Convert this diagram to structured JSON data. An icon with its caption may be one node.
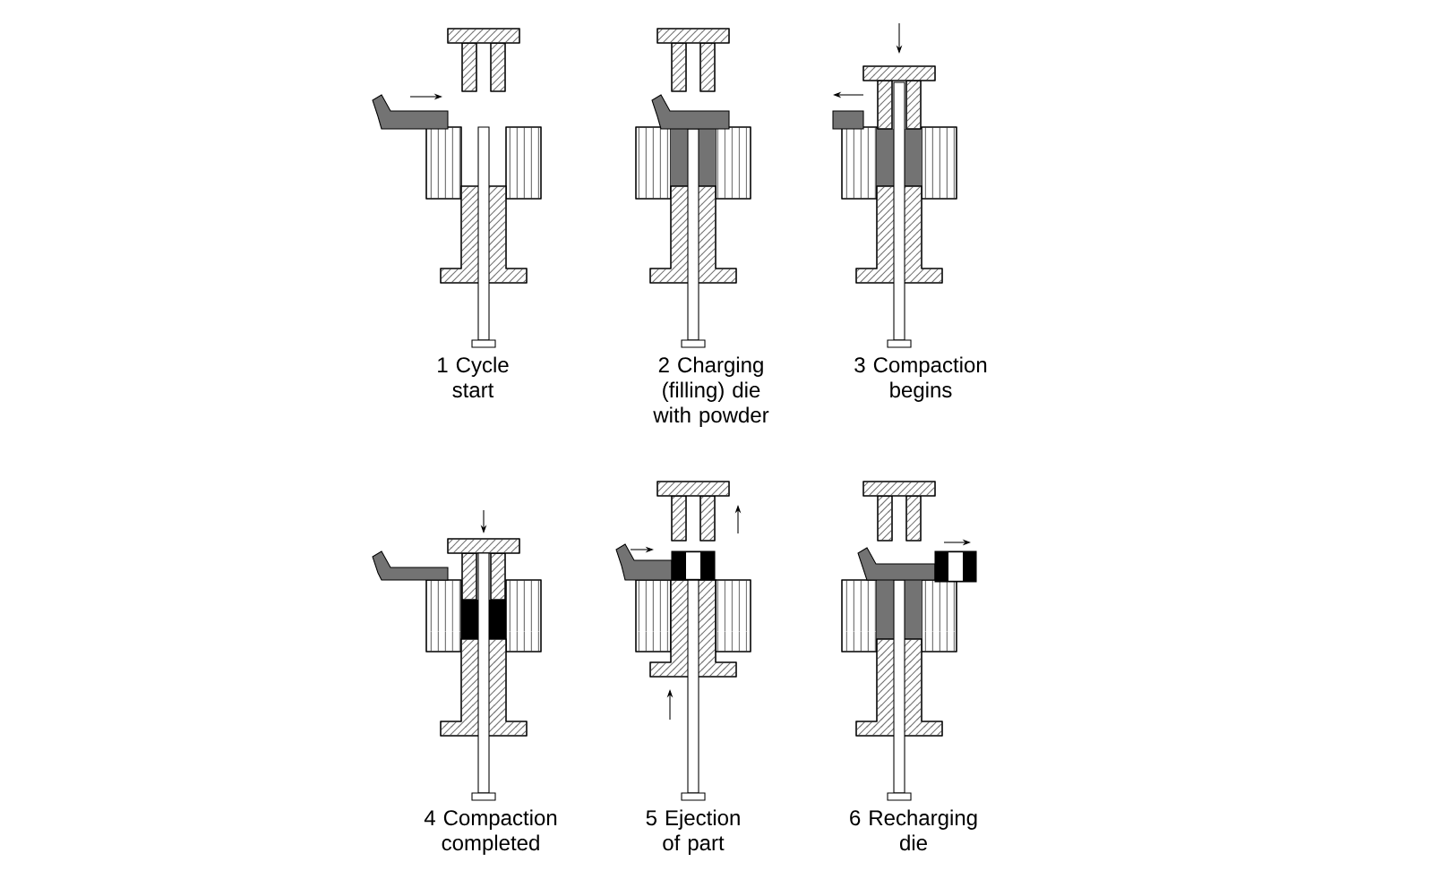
{
  "diagram": {
    "labels": [
      "1 Cycle start",
      "2 Charging (filling) die with powder",
      "3 Compaction begins",
      "4 Compaction completed",
      "5 Ejection of part",
      "6 Recharging die"
    ]
  }
}
